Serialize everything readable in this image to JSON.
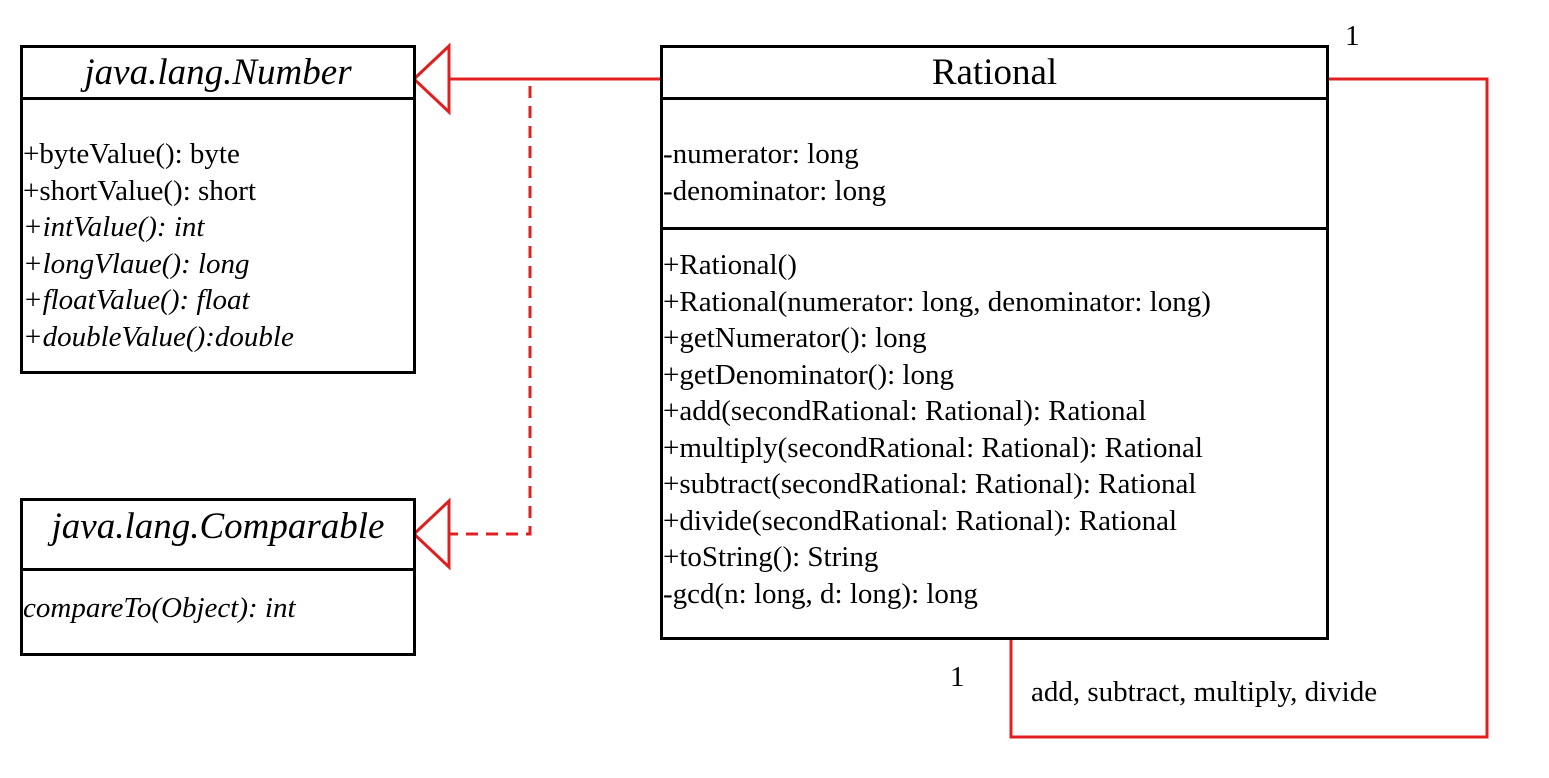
{
  "classes": {
    "number": {
      "name": "java.lang.Number",
      "members": [
        "+byteValue(): byte",
        "+shortValue(): short",
        "+intValue(): int",
        "+longVlaue(): long",
        "+floatValue(): float",
        "+doubleValue():double"
      ]
    },
    "comparable": {
      "name": "java.lang.Comparable",
      "members": [
        "compareTo(Object): int"
      ]
    },
    "rational": {
      "name": "Rational",
      "fields": [
        "-numerator: long",
        "-denominator: long"
      ],
      "methods": [
        "+Rational()",
        "+Rational(numerator: long, denominator: long)",
        "+getNumerator(): long",
        "+getDenominator(): long",
        "+add(secondRational: Rational): Rational",
        "+multiply(secondRational: Rational): Rational",
        "+subtract(secondRational: Rational): Rational",
        "+divide(secondRational: Rational): Rational",
        "+toString(): String",
        "-gcd(n: long, d: long): long"
      ]
    }
  },
  "association": {
    "multiplicity_top": "1",
    "multiplicity_bottom": "1",
    "label": "add, subtract, multiply, divide"
  },
  "colors": {
    "connector": "#e02020",
    "border": "#000000"
  }
}
